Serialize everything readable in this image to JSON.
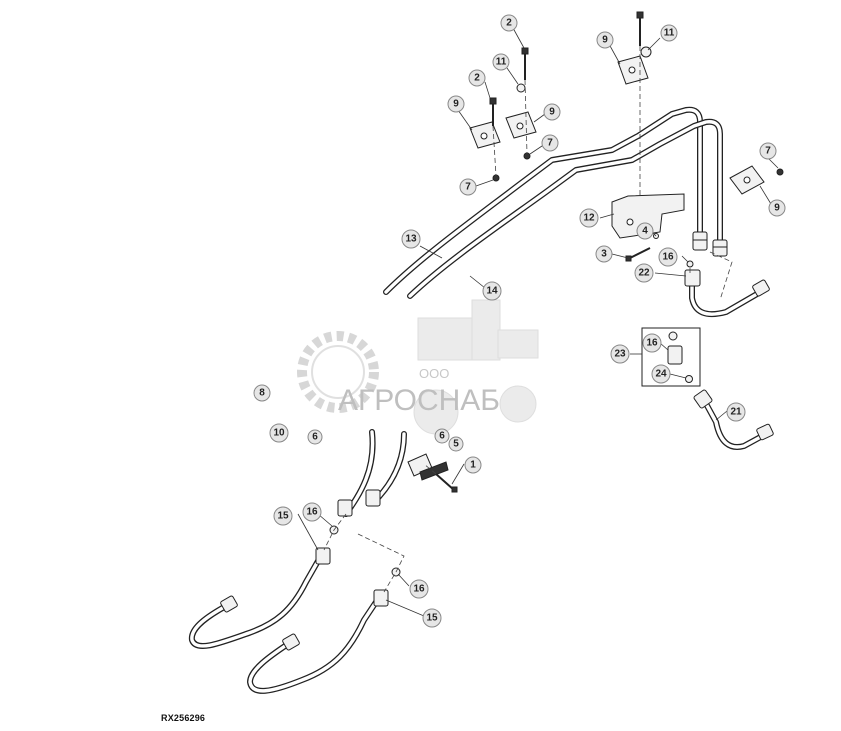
{
  "figure_ref": "RX256296",
  "watermark": {
    "line1": "ООО",
    "line2": "АГРОСНАБ"
  },
  "callouts": [
    "2",
    "11",
    "9",
    "2",
    "11",
    "9",
    "9",
    "7",
    "7",
    "7",
    "9",
    "12",
    "4",
    "3",
    "16",
    "22",
    "13",
    "14",
    "23",
    "16",
    "24",
    "21",
    "8",
    "10",
    "6",
    "6",
    "5",
    "1",
    "15",
    "16",
    "16",
    "15"
  ]
}
